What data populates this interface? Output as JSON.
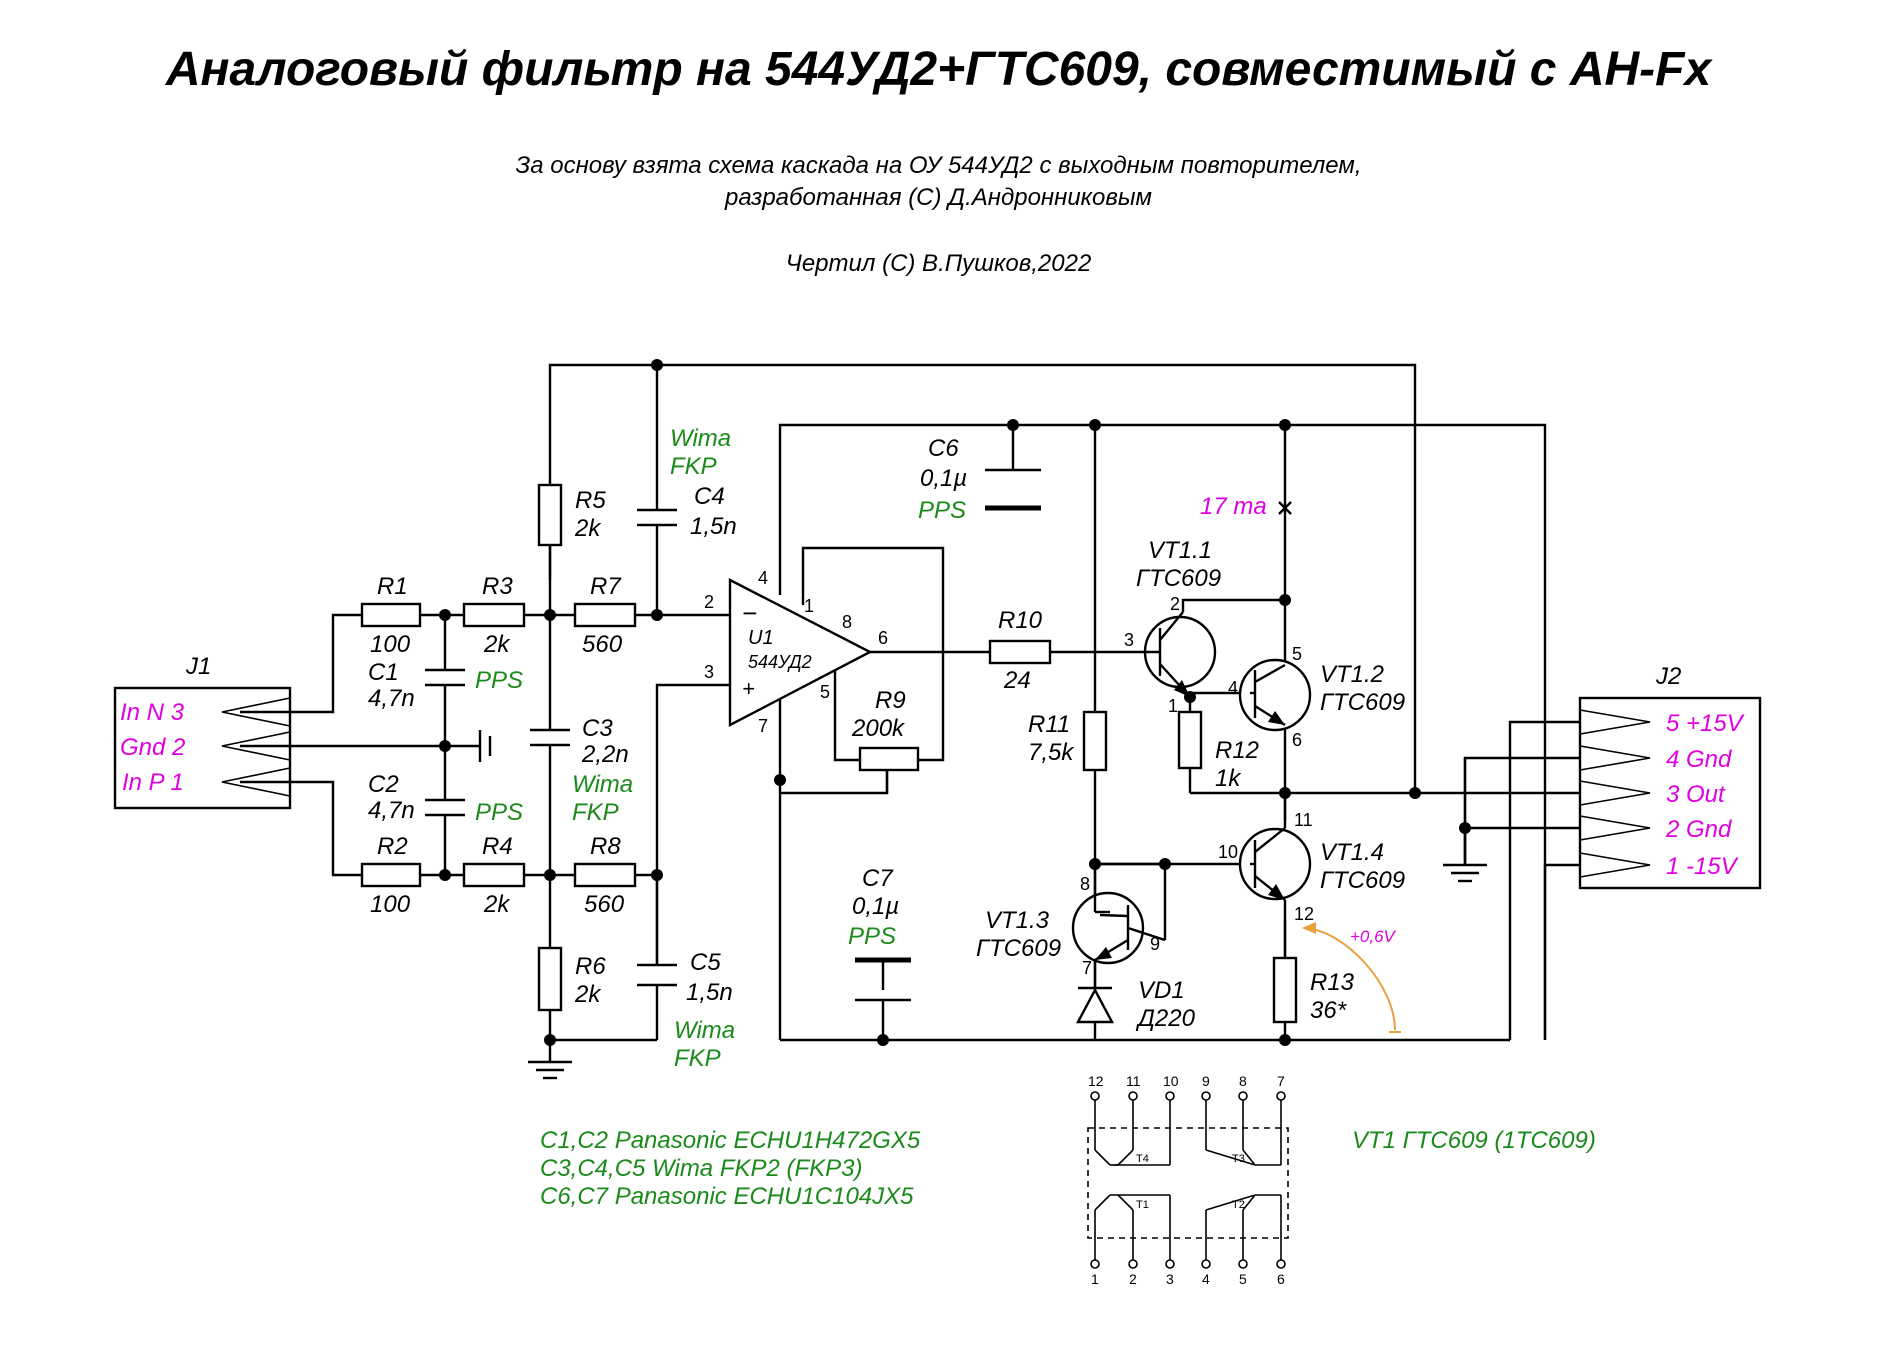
{
  "title": "Аналоговый фильтр на 544УД2+ГТС609, совместимый с AH-Fx",
  "subtitle_lines": [
    "За основу взята схема каскада на ОУ 544УД2 с выходным повторителем,",
    "разработанная (С) Д.Андронниковым",
    "Чертил (С) В.Пушков,2022"
  ],
  "colors": {
    "wire": "#000000",
    "connector_label": "#e000e0",
    "cap_type": "#1a8a1a",
    "annotation": "#e8a040"
  },
  "j1": {
    "ref": "J1",
    "pins": [
      "In N  3",
      "Gnd  2",
      "In P  1"
    ]
  },
  "j2": {
    "ref": "J2",
    "pins": [
      "5  +15V",
      "4  Gnd",
      "3  Out",
      "2  Gnd",
      "1  -15V"
    ]
  },
  "resistors": [
    {
      "ref": "R1",
      "value": "100"
    },
    {
      "ref": "R2",
      "value": "100"
    },
    {
      "ref": "R3",
      "value": "2k"
    },
    {
      "ref": "R4",
      "value": "2k"
    },
    {
      "ref": "R5",
      "value": "2k"
    },
    {
      "ref": "R6",
      "value": "2k"
    },
    {
      "ref": "R7",
      "value": "560"
    },
    {
      "ref": "R8",
      "value": "560"
    },
    {
      "ref": "R9",
      "value": "200k"
    },
    {
      "ref": "R10",
      "value": "24"
    },
    {
      "ref": "R11",
      "value": "7,5k"
    },
    {
      "ref": "R12",
      "value": "1k"
    },
    {
      "ref": "R13",
      "value": "36*"
    }
  ],
  "capacitors": [
    {
      "ref": "C1",
      "value": "4,7n",
      "type": "PPS"
    },
    {
      "ref": "C2",
      "value": "4,7n",
      "type": "PPS"
    },
    {
      "ref": "C3",
      "value": "2,2n",
      "type": [
        "Wima",
        "FKP"
      ]
    },
    {
      "ref": "C4",
      "value": "1,5n",
      "type": [
        "Wima",
        "FKP"
      ]
    },
    {
      "ref": "C5",
      "value": "1,5n",
      "type": [
        "Wima",
        "FKP"
      ]
    },
    {
      "ref": "C6",
      "value": "0,1µ",
      "type": "PPS"
    },
    {
      "ref": "C7",
      "value": "0,1µ",
      "type": "PPS"
    }
  ],
  "opamp": {
    "ref": "U1",
    "part": "544УД2",
    "pins": [
      "1",
      "2",
      "3",
      "4",
      "5",
      "6",
      "7",
      "8"
    ]
  },
  "transistors": [
    {
      "ref": "VT1.1",
      "part": "ГТС609",
      "pins": [
        "1",
        "2",
        "3"
      ]
    },
    {
      "ref": "VT1.2",
      "part": "ГТС609",
      "pins": [
        "4",
        "5",
        "6"
      ]
    },
    {
      "ref": "VT1.3",
      "part": "ГТС609",
      "pins": [
        "7",
        "8",
        "9"
      ]
    },
    {
      "ref": "VT1.4",
      "part": "ГТС609",
      "pins": [
        "10",
        "11",
        "12"
      ]
    }
  ],
  "diode": {
    "ref": "VD1",
    "part": "Д220"
  },
  "annotations": {
    "current": "17 ma",
    "voltage": "+0,6V"
  },
  "pinout": {
    "top_pins": [
      "12",
      "11",
      "10",
      "9",
      "8",
      "7"
    ],
    "bottom_pins": [
      "1",
      "2",
      "3",
      "4",
      "5",
      "6"
    ],
    "transistor_labels": [
      "T4",
      "T3",
      "T1",
      "T2"
    ],
    "caption": "VT1 ГТС609 (1ТС609)"
  },
  "notes": [
    "C1,C2 Panasonic ECHU1H472GX5",
    "C3,C4,C5 Wima FKP2 (FKP3)",
    "C6,C7 Panasonic ECHU1C104JX5"
  ]
}
